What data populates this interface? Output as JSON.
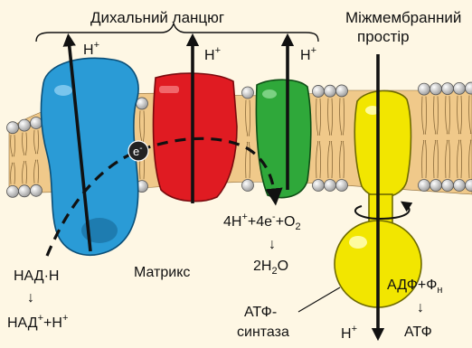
{
  "labels": {
    "chain_title": "Дихальний ланцюг",
    "space_title_line1": "Міжмембранний",
    "space_title_line2": "простір",
    "matrix": "Матрикс",
    "proton_h": "H",
    "proton_plus": "+",
    "electron": "e",
    "electron_minus": "-",
    "nadh": "НАД·Н",
    "nad_plus": "НАД",
    "nad_plus_tail": "+H",
    "arrow_down": "↓",
    "reaction_4h": "4H",
    "reaction_4e": "+4e",
    "reaction_o2": "+O",
    "reaction_o2_sub": "2",
    "water_2h": "2H",
    "water_sub": "2",
    "water_o": "O",
    "atp_synthase_line1": "АТФ-",
    "atp_synthase_line2": "синтаза",
    "adp_pi": "АДФ+Ф",
    "adp_pi_sub": "н",
    "atp": "АТФ"
  },
  "colors": {
    "background": "#fef7e4",
    "complex_1": "#2a9bd6",
    "complex_3": "#e01b22",
    "complex_4": "#2fa83a",
    "atp_synthase": "#f2e600",
    "lipid_head": "#b9b9b9",
    "lipid_tail": "#f0c98a"
  },
  "icons": [
    "proton-arrow-icon",
    "electron-icon",
    "rotation-arrow-icon"
  ]
}
